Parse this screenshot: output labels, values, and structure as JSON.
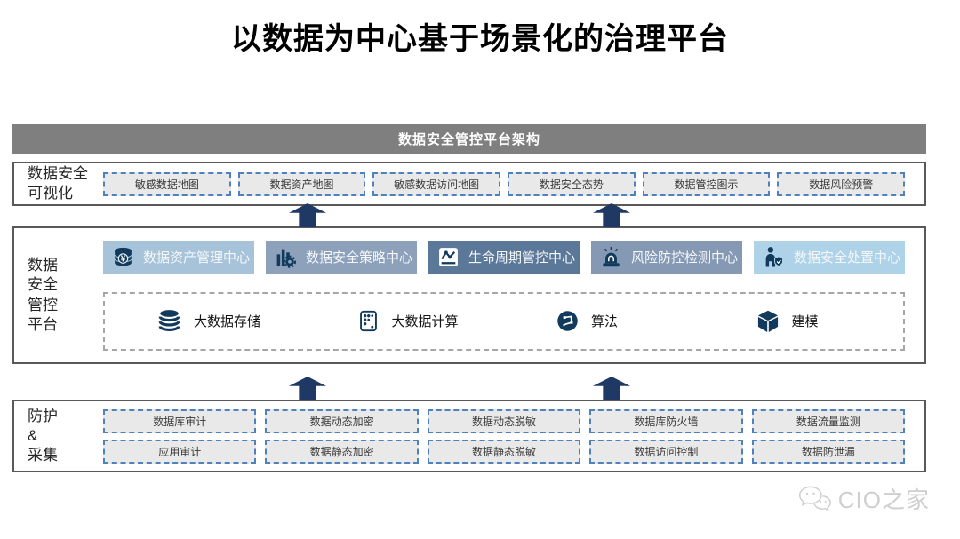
{
  "page_title": "以数据为中心基于场景化的治理平台",
  "header": {
    "title": "数据安全管控平台架构"
  },
  "colors": {
    "header_bg": "#7f7f7f",
    "section_border": "#595959",
    "dashed_border_blue": "#4f81bd",
    "box_fill_gray": "#e9e9e9",
    "arrow_navy": "#1f3864",
    "icon_navy": "#123a5c",
    "center_box_bg": [
      "#a6c3da",
      "#8da1bb",
      "#5c7899",
      "#8599b4",
      "#aed2e7"
    ],
    "watermark_gray": "#cfcfcf"
  },
  "sections": {
    "visualization": {
      "label_lines": [
        "数据安全",
        "可视化"
      ],
      "boxes": [
        "敏感数据地图",
        "数据资产地图",
        "敏感数据访问地图",
        "数据安全态势",
        "数据管控图示",
        "数据风险预警"
      ]
    },
    "platform": {
      "label_lines": [
        "数据",
        "安全",
        "管控",
        "平台"
      ],
      "centers": [
        {
          "label": "数据资产管理中心",
          "icon": "data-asset-coins-icon",
          "bg": "#a6c3da"
        },
        {
          "label": "数据安全策略中心",
          "icon": "policy-chart-gear-icon",
          "bg": "#8da1bb"
        },
        {
          "label": "生命周期管控中心",
          "icon": "lifecycle-line-chart-icon",
          "bg": "#5c7899"
        },
        {
          "label": "风险防控检测中心",
          "icon": "risk-siren-icon",
          "bg": "#8599b4"
        },
        {
          "label": "数据安全处置中心",
          "icon": "person-shield-icon",
          "bg": "#aed2e7"
        }
      ],
      "capabilities": [
        {
          "label": "大数据存储",
          "icon": "big-data-storage-icon"
        },
        {
          "label": "大数据计算",
          "icon": "big-data-compute-icon"
        },
        {
          "label": "算法",
          "icon": "algorithm-icon"
        },
        {
          "label": "建模",
          "icon": "modeling-cube-icon"
        }
      ]
    },
    "protection": {
      "label_lines": [
        "防护",
        "&",
        "采集"
      ],
      "rows": [
        [
          "数据库审计",
          "数据动态加密",
          "数据动态脱敏",
          "数据库防火墙",
          "数据流量监测"
        ],
        [
          "应用审计",
          "数据静态加密",
          "数据静态脱敏",
          "数据访问控制",
          "数据防泄漏"
        ]
      ]
    }
  },
  "watermark": {
    "text": "CIO之家",
    "icon": "wechat-icon"
  }
}
